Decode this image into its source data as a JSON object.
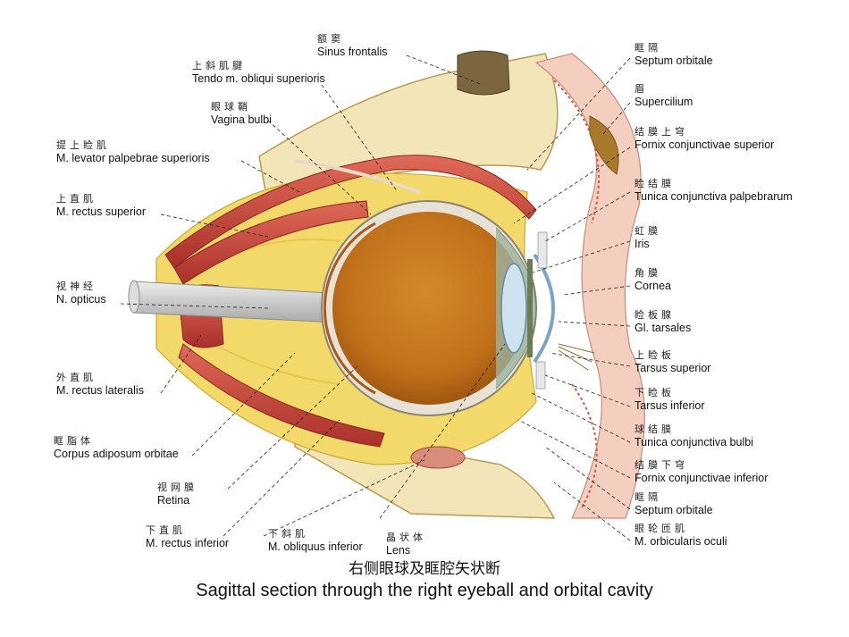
{
  "labels": {
    "sinus_frontalis": {
      "cn": "额窦",
      "en": "Sinus frontalis"
    },
    "tendo_obliqui": {
      "cn": "上斜肌腱",
      "en": "Tendo m. obliqui superioris"
    },
    "vagina_bulbi": {
      "cn": "眼球鞘",
      "en": "Vagina bulbi"
    },
    "levator": {
      "cn": "提上睑肌",
      "en": "M. levator palpebrae superioris"
    },
    "rectus_superior": {
      "cn": "上直肌",
      "en": "M. rectus superior"
    },
    "n_opticus": {
      "cn": "视神经",
      "en": "N. opticus"
    },
    "rectus_lateralis": {
      "cn": "外直肌",
      "en": "M. rectus lateralis"
    },
    "corpus_adiposum": {
      "cn": "眶脂体",
      "en": "Corpus adiposum orbitae"
    },
    "retina": {
      "cn": "视网膜",
      "en": "Retina"
    },
    "rectus_inferior": {
      "cn": "下直肌",
      "en": "M. rectus inferior"
    },
    "obliquus_inferior": {
      "cn": "下斜肌",
      "en": "M. obliquus inferior"
    },
    "lens": {
      "cn": "晶状体",
      "en": "Lens"
    },
    "septum_orbitale_sup": {
      "cn": "眶隔",
      "en": "Septum orbitale"
    },
    "supercilium": {
      "cn": "眉",
      "en": "Supercilium"
    },
    "fornix_superior": {
      "cn": "结膜上穹",
      "en": "Fornix conjunctivae superior"
    },
    "conjunctiva_palpebrarum": {
      "cn": "睑结膜",
      "en": "Tunica conjunctiva palpebrarum"
    },
    "iris": {
      "cn": "虹膜",
      "en": "Iris"
    },
    "cornea": {
      "cn": "角膜",
      "en": "Cornea"
    },
    "gl_tarsales": {
      "cn": "睑板腺",
      "en": "Gl. tarsales"
    },
    "tarsus_superior": {
      "cn": "上睑板",
      "en": "Tarsus superior"
    },
    "tarsus_inferior": {
      "cn": "下睑板",
      "en": "Tarsus inferior"
    },
    "conjunctiva_bulbi": {
      "cn": "球结膜",
      "en": "Tunica conjunctiva bulbi"
    },
    "fornix_inferior": {
      "cn": "结膜下穹",
      "en": "Fornix conjunctivae inferior"
    },
    "septum_orbitale_inf": {
      "cn": "眶隔",
      "en": "Septum orbitale"
    },
    "orbicularis": {
      "cn": "眼轮匝肌",
      "en": "M. orbicularis oculi"
    }
  },
  "caption": {
    "cn": "右侧眼球及眶腔矢状断",
    "en": "Sagittal section through the right  eyeball and orbital cavity"
  },
  "colors": {
    "fat": "#f3d96a",
    "fat_light": "#f8e79c",
    "bone": "#f2e6b8",
    "muscle": "#c9433a",
    "eyeball_interior": "#c47a1e",
    "optic_nerve": "#cfcfcf",
    "skin": "#f4cfc0"
  }
}
